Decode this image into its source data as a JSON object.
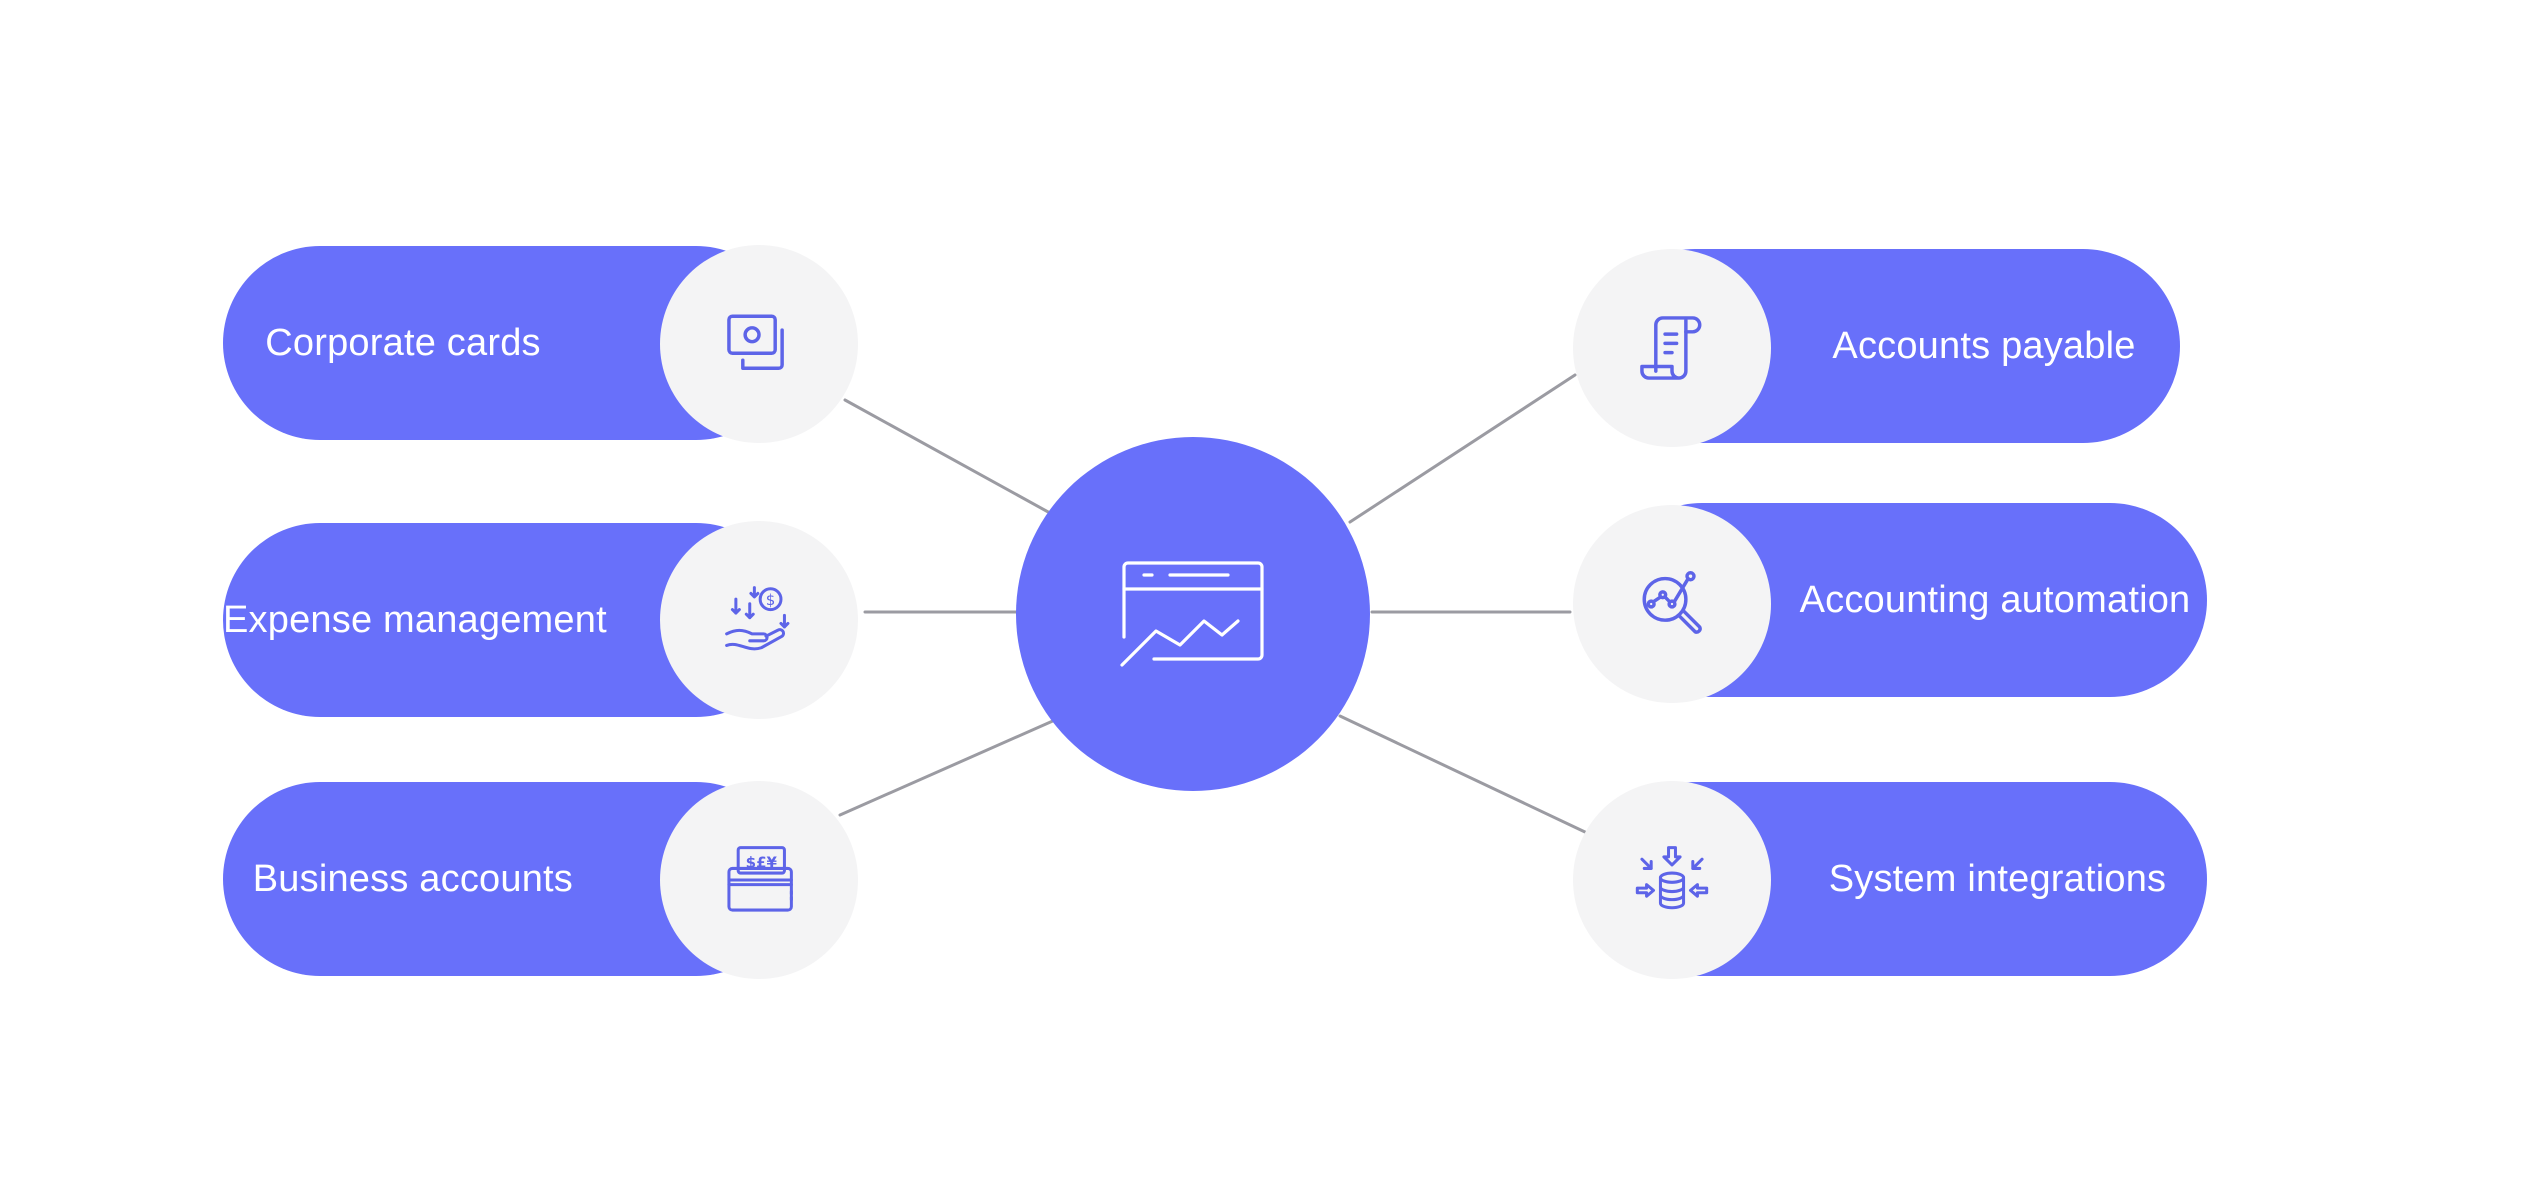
{
  "colors": {
    "accent": "#6870fa",
    "icon_bg": "#f4f4f5",
    "connector": "#9b9ba2",
    "label_text": "#ffffff"
  },
  "hub": {
    "icon": "browser-chart-icon"
  },
  "left_items": [
    {
      "label": "Corporate cards",
      "icon": "card-icon"
    },
    {
      "label": "Expense management",
      "icon": "hand-money-icon"
    },
    {
      "label": "Business accounts",
      "icon": "wallet-currency-icon"
    }
  ],
  "right_items": [
    {
      "label": "Accounts payable",
      "icon": "scroll-document-icon"
    },
    {
      "label": "Accounting automation",
      "icon": "magnifier-chart-icon"
    },
    {
      "label": "System integrations",
      "icon": "database-arrows-icon"
    }
  ]
}
